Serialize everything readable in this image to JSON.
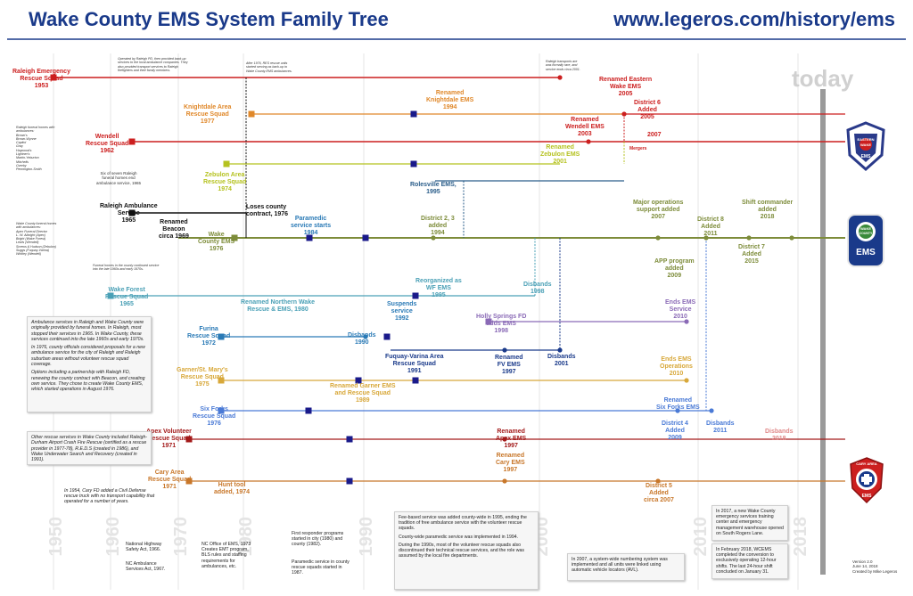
{
  "header": {
    "title": "Wake County EMS System Family Tree",
    "url": "www.legeros.com/history/ems",
    "today": "today"
  },
  "decades": [
    "1950",
    "1960",
    "1970",
    "1980",
    "1990",
    "2000",
    "2010",
    "2018"
  ],
  "colors": {
    "title": "#1a3a8a",
    "raleigh": "#cc1f1f",
    "wendell": "#cc1f1f",
    "knightdale": "#e0882a",
    "zebulon": "#b5c21f",
    "rolesville": "#2a5d8a",
    "wake_county": "#7d8c3a",
    "wake_forest": "#4aa0b6",
    "furina": "#2a7ab6",
    "fuquay": "#1a3a8a",
    "garner": "#d8a83a",
    "six_forks": "#4a7ad6",
    "apex": "#a31a1a",
    "cary": "#c8772a",
    "holly_springs": "#8a6ab6"
  },
  "labels": {
    "raleigh_rescue": "Raleigh Emergency\nRescue Squad\n1953",
    "wendell_rescue": "Wendell\nRescue Squad\n1962",
    "knightdale_rescue": "Knightdale Area\nRescue Squad\n1977",
    "renamed_knightdale": "Renamed\nKnightdale EMS\n1994",
    "renamed_eastern_wake": "Renamed Eastern\nWake EMS\n2005",
    "district6": "District 6\nAdded\n2005",
    "renamed_wendell_ems": "Renamed\nWendell EMS\n2003",
    "y2007": "2007",
    "mergers": "Mergers",
    "zebulon_rescue": "Zebulon Area\nRescue Squad\n1974",
    "renamed_zebulon": "Renamed\nZebulon EMS\n2001",
    "rolesville": "Rolesville EMS,\n1995",
    "raleigh_ambulance": "Raleigh Ambulance\nService\n1965",
    "renamed_beacon": "Renamed\nBeacon\ncirca 1969",
    "loses_contract": "Loses county\ncontract, 1976",
    "wake_county_ems": "Wake\nCounty EMS\n1976",
    "paramedic_service": "Paramedic\nservice starts\n1984",
    "district_2_3": "District 2, 3\nadded\n1994",
    "major_ops": "Major operations\nsupport added\n2007",
    "district8": "District 8\nAdded\n2011",
    "shift_commander": "Shift commander\nadded\n2018",
    "district7": "District 7\nAdded\n2015",
    "app_program": "APP program\nadded\n2009",
    "wake_forest_rescue": "Wake Forest\nRescue Squad\n1965",
    "renamed_northern": "Renamed Northern Wake\nRescue & EMS, 1980",
    "reorganized_wf": "Reorganized as\nWF EMS\n1995",
    "wf_disbands": "Disbands\n1998",
    "suspends": "Suspends\nservice\n1992",
    "holly_springs": "Holly Springs FD\nadds EMS\n1998",
    "ends_ems_2010": "Ends EMS\nService\n2010",
    "furina_rescue": "Furina\nRescue Squad\n1972",
    "furina_disbands": "Disbands\n1990",
    "fuquay_rescue": "Fuquay-Varina Area\nRescue Squad\n1991",
    "renamed_fv": "Renamed\nFV EMS\n1997",
    "fv_disbands": "Disbands\n2001",
    "garner_rescue": "Garner/St. Mary's\nRescue Squad\n1975",
    "renamed_garner": "Renamed Garner EMS\nand Rescue Squad\n1989",
    "ends_ems_ops": "Ends EMS\nOperations\n2010",
    "six_forks_rescue": "Six Forks\nRescue Squad\n1976",
    "renamed_six_forks": "Renamed\nSix Forks EMS",
    "district4": "District 4\nAdded\n2009",
    "six_forks_disbands": "Disbands\n2011",
    "apex_rescue": "Apex Volunteer\nRescue Squad\n1971",
    "renamed_apex": "Renamed\nApex EMS\n1997",
    "apex_disbands": "Disbands\n2018",
    "cary_rescue": "Cary Area\nRescue Squad\n1971",
    "hunt_tool": "Hunt tool\nadded, 1974",
    "renamed_cary": "Renamed\nCary EMS\n1997",
    "district5": "District 5\nAdded\ncirca 2007"
  },
  "notes": {
    "funeral_raleigh": "Raleigh funeral homes with\nambulances:\nBrown's\nBrown-Wynne\nCapitol\nGray\nHaywood's\nLightner's\nMartin-Yeburton\nMitchells\nOverby\nPennington-Smith",
    "six_raleigh": "Six of seven Raleigh\nfuneral homes end\nambulance service, 1965",
    "funeral_county": "Wake County funeral homes\nwith ambulances:\nApex Funeral Director\nL. W. Albright (Apex)\nBright (Wake Forest)\nLewis (Wendell)\nScrews & Hudson (Zebulon)\nSuggs (Fuquay-Varina)\nWhitley (Wendell)",
    "operated_by": "Operated by Raleigh PD, then provided back-up\nservices to the local ambulance companies. They\nalso provided transport services to Raleigh\nfirefighters and their family members.",
    "after_1976": "After 1976, RES rescue units\nstarted serving as back-up to\nWake County EMS ambulances.",
    "raleigh_transports": "Raleigh transports are\nwas formally rare, and\nservice ends circa 2001.",
    "funeral_homes_county": "Funeral homes in the county continued service\ninto the late 1960s and early 1970s."
  },
  "text_boxes": {
    "history1": "Ambulance services in Raleigh and Wake County were originally provided by funeral homes. In Raleigh, most stopped their services in 1965. In Wake County, these services continued into the late 1960s and early 1970s.",
    "history2": "In 1976, county officials considered proposals for a new ambulance service for the city of Raleigh and Raleigh suburban areas without volunteer rescue squad coverage.",
    "history3": "Options including a partnership with Raleigh FD, renewing the county contract with Beacon, and creating own service. They chose to create Wake County EMS, which started operations in August 1976.",
    "other_rescue": "Other rescue services in Wake County included Raleigh-Durham Airport Crash Fire Rescue (certified as a rescue provider in 1977-78), R.E.D.S (created in 1986), and Wake Underwater Search and Recovery (created in 1991).",
    "cary_fd_1954": "In 1954, Cary FD added a Civil Defense rescue truck with no transport capability that operated for a number of years.",
    "safety_act": "National Highway\nSafety Act, 1966.",
    "nc_ambulance_act": "NC Ambulance\nServices Act, 1967.",
    "nc_office": "NC Office of EMS, 1973\nCreates EMT program,\nBLS rules and staffing\nrequirements for\nambulances, etc.",
    "first_responder": "First responder programs\nstarted in city (1980) and\ncounty (1982).",
    "paramedic_county": "Paramedic service in county\nrescue squads started in\n1987.",
    "fee_based": "Fee-based service was added county-wide in 1995, ending the tradition of free ambulance service with the volunteer rescue squads.",
    "countywide_paramedic": "County-wide paramedic service was implemented in 1994.",
    "during_1990s": "During the 1990s, most of the volunteer rescue squads also discontinued their technical rescue services, and the role was assumed by the local fire departments.",
    "numbering_2007": "In 2007, a system-wide numbering system was implemented and all units were linked using automatic vehicle locators (AVL).",
    "emergency_2017": "In 2017, a new Wake County emergency services training center and emergency management warehouse opened on South Rogers Lane.",
    "feb_2018": "In February 2018, WCEMS completed the conversion to exclusively operating 12-hour shifts. The last 24-hour shift concluded on January 31.",
    "version": "Version 2.0\nJune 14, 2018\nCreated by Mike Legeros"
  },
  "badges": {
    "eastern_wake": "EASTERN\nWAKE\nEMS",
    "wake_county": "WAKE\nCOUNTY\nEMS",
    "cary_area": "CARY AREA\nEMS"
  }
}
